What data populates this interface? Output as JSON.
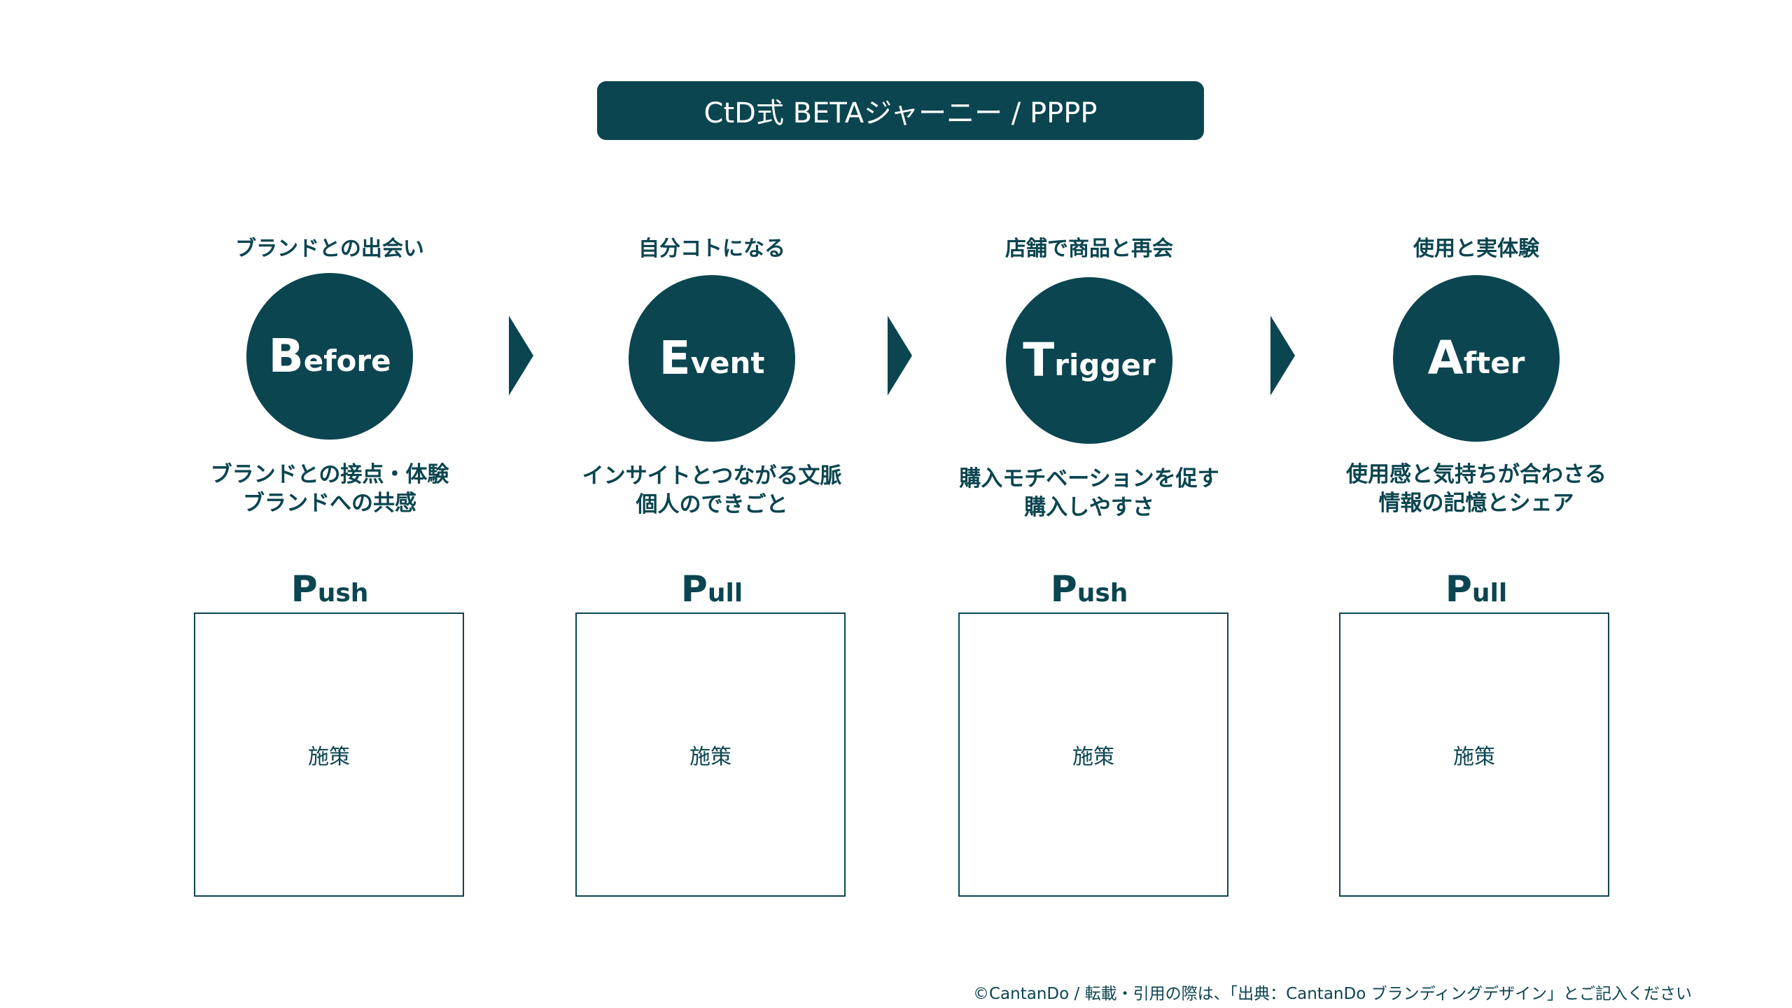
{
  "title": "CtD式 BETAジャーニー / PPPP",
  "stages": [
    {
      "heading": "ブランドとの出会い",
      "initial": "B",
      "rest": "efore",
      "desc": [
        "ブランドとの接点・体験",
        "ブランドへの共感"
      ],
      "pp_initial": "P",
      "pp_rest": "ush",
      "box_label": "施策"
    },
    {
      "heading": "自分コトになる",
      "initial": "E",
      "rest": "vent",
      "desc": [
        "インサイトとつながる文脈",
        "個人のできごと"
      ],
      "pp_initial": "P",
      "pp_rest": "ull",
      "box_label": "施策"
    },
    {
      "heading": "店舗で商品と再会",
      "initial": "T",
      "rest": "rigger",
      "desc": [
        "購入モチベーションを促す",
        "購入しやすさ"
      ],
      "pp_initial": "P",
      "pp_rest": "ush",
      "box_label": "施策"
    },
    {
      "heading": "使用と実体験",
      "initial": "A",
      "rest": "fter",
      "desc": [
        "使用感と気持ちが合わさる",
        "情報の記憶とシェア"
      ],
      "pp_initial": "P",
      "pp_rest": "ull",
      "box_label": "施策"
    }
  ],
  "footer": "©CantanDo / 転載・引用の際は、「出典：CantanDo ブランディングデザイン」とご記入ください",
  "colors": {
    "accent": "#0b4550",
    "background": "#ffffff"
  }
}
